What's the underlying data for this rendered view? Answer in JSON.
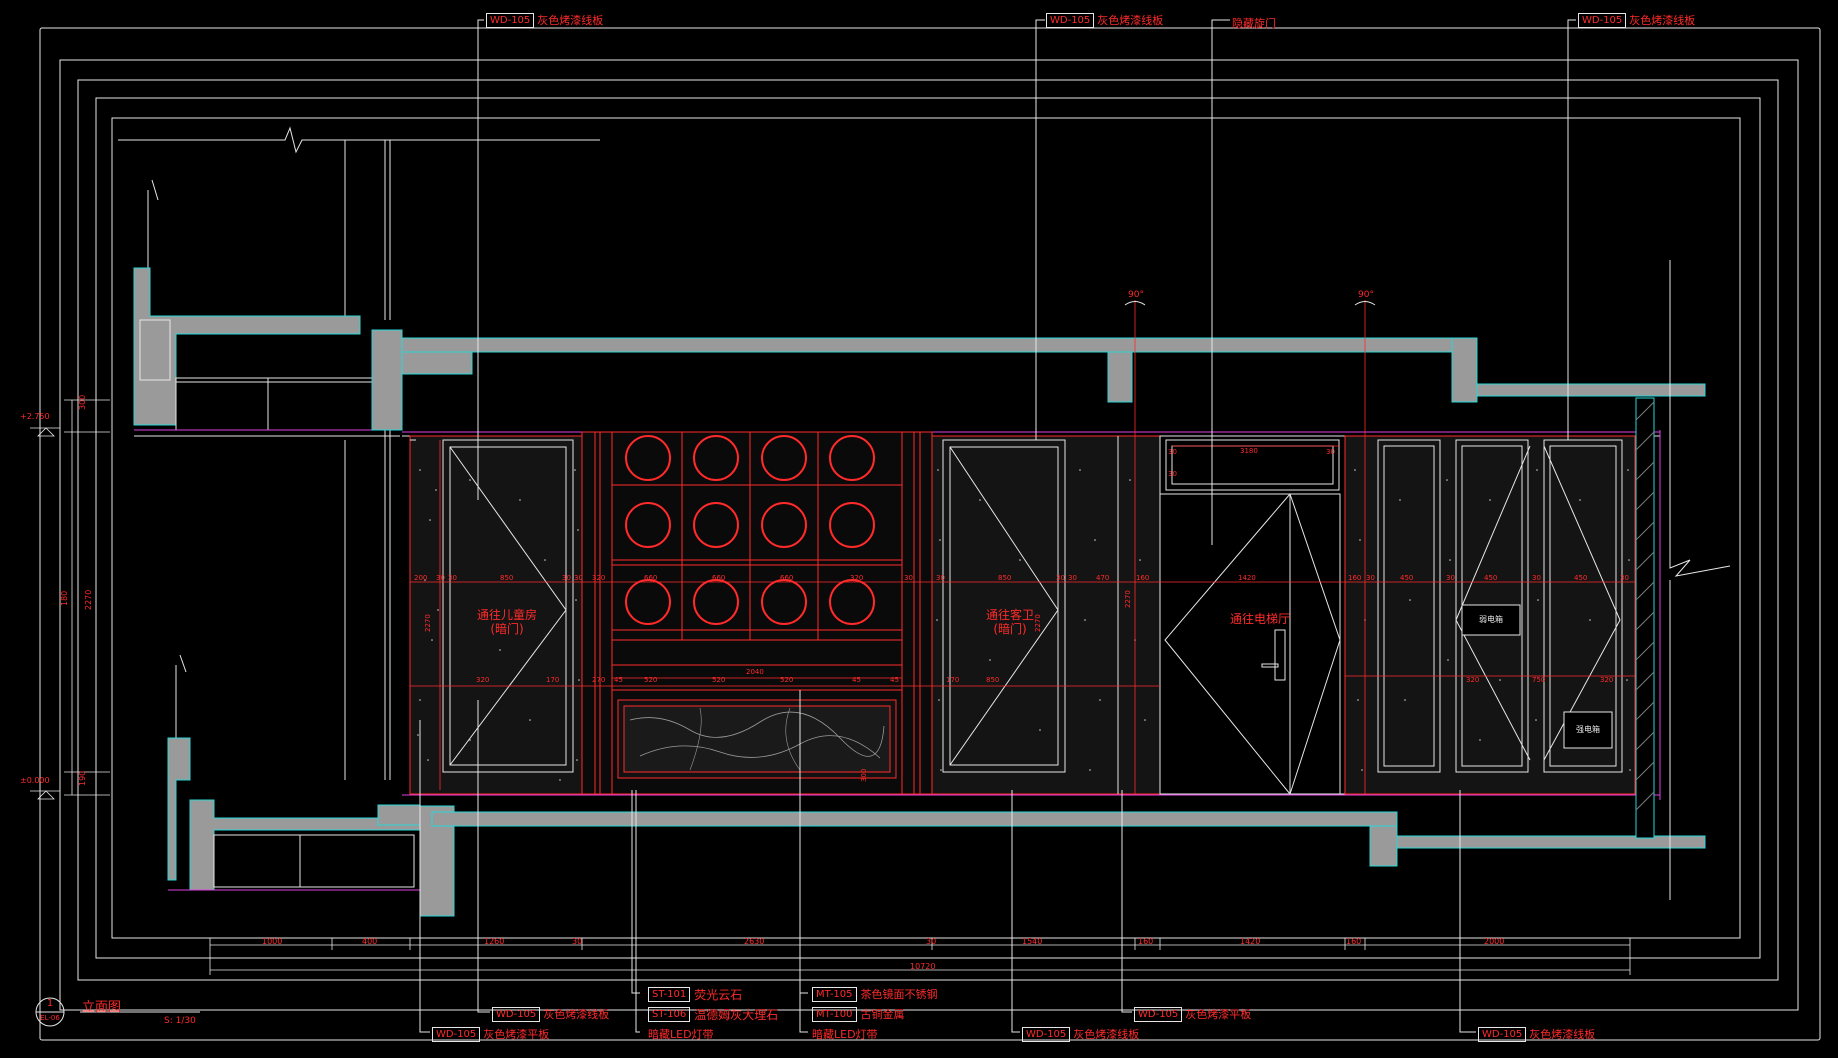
{
  "colors": {
    "background": "#000000",
    "frame": "#e6e6e6",
    "wall": "#9a9a9a",
    "wall_edge": "#27d6d6",
    "cabinet": "#ff2a2a",
    "text_red": "#ff2a2a",
    "text_white": "#e8e8e8",
    "magenta": "#e040e0",
    "green": "#33dd33"
  },
  "top_tags": [
    {
      "code": "WD-105",
      "text": "灰色烤漆线板"
    },
    {
      "code": "WD-105",
      "text": "灰色烤漆线板"
    },
    {
      "code": "",
      "text": "隐藏旋门"
    },
    {
      "code": "WD-105",
      "text": "灰色烤漆线板"
    }
  ],
  "bottom_tags": {
    "col1": [
      {
        "code": "WD-105",
        "text": "灰色烤漆线板"
      },
      {
        "code": "WD-105",
        "text": "灰色烤漆平板"
      }
    ],
    "col2": [
      {
        "code": "ST-101",
        "text": "荧光云石"
      },
      {
        "code": "ST-106",
        "text": "温德姆灰大理石"
      },
      {
        "code": "",
        "text": "暗藏LED灯带"
      }
    ],
    "col3": [
      {
        "code": "MT-105",
        "text": "茶色镜面不锈钢"
      },
      {
        "code": "MT-100",
        "text": "古铜金属"
      },
      {
        "code": "",
        "text": "暗藏LED灯带"
      }
    ],
    "col4": [
      {
        "code": "WD-105",
        "text": "灰色烤漆线板"
      }
    ],
    "col5": [
      {
        "code": "WD-105",
        "text": "灰色烤漆平板"
      }
    ],
    "col6": [
      {
        "code": "WD-105",
        "text": "灰色烤漆线板"
      }
    ]
  },
  "room_labels": {
    "left_door": [
      "通往儿童房",
      "(暗门)"
    ],
    "center_door": [
      "通往客卫",
      "(暗门)"
    ],
    "elevator": "通往电梯厅"
  },
  "panel_labels": {
    "weak_box": "弱电箱",
    "strong_box": "强电箱"
  },
  "level_marks": {
    "upper": "+2.750",
    "lower": "±0.000"
  },
  "angle_marks": [
    "90°",
    "90°"
  ],
  "left_dims": [
    "300",
    "180",
    "2270",
    "190"
  ],
  "bottom_dims": [
    "1000",
    "400",
    "1260",
    "30",
    "2630",
    "30",
    "1540",
    "160",
    "1420",
    "160",
    "2000"
  ],
  "bottom_total": "10720",
  "top_small_dims": [
    "3180",
    "30",
    "30",
    "30"
  ],
  "mid_dims": {
    "row1": [
      "200",
      "30",
      "30",
      "850",
      "30",
      "30",
      "320",
      "660",
      "660",
      "660",
      "320",
      "30",
      "30",
      "850",
      "30",
      "30",
      "470",
      "160",
      "1420",
      "160",
      "30",
      "450",
      "30",
      "450",
      "30",
      "450",
      "30"
    ],
    "row2": [
      "320",
      "170",
      "270",
      "45",
      "520",
      "520",
      "520",
      "45",
      "45",
      "170",
      "850",
      "320",
      "750",
      "320"
    ],
    "row3": [
      "2040"
    ],
    "vertical": [
      "2270",
      "2270",
      "2270",
      "300"
    ]
  },
  "title": {
    "index": "1",
    "sheet": "EL-06",
    "name": "立面图",
    "scale": "S: 1/30"
  }
}
